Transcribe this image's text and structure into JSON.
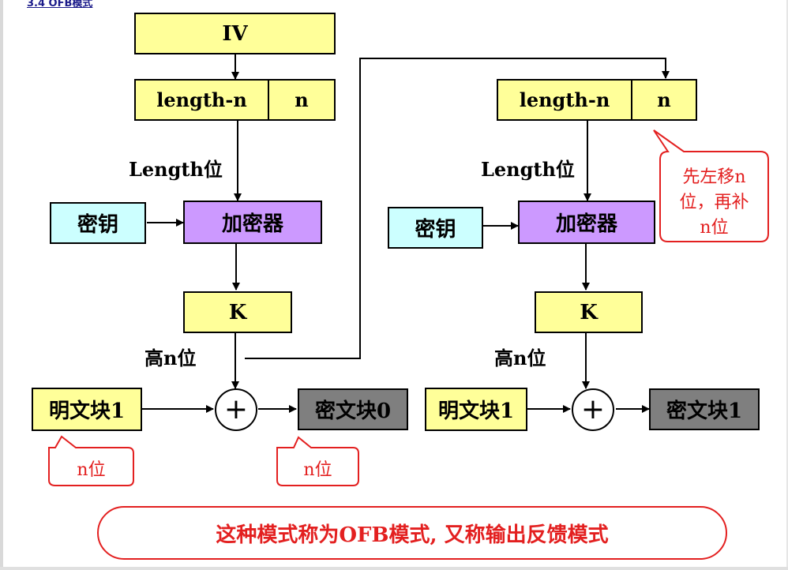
{
  "header": {
    "link_text": "3.4 OFB模式"
  },
  "left": {
    "iv": "IV",
    "shift_left": "length-n",
    "shift_right": "n",
    "length_label": "Length位",
    "key": "密钥",
    "encryptor": "加密器",
    "k": "K",
    "high_bits": "高n位",
    "plaintext": "明文块1",
    "xor_symbol": "+",
    "ciphertext": "密文块0",
    "note_plain": "n位",
    "note_cipher": "n位"
  },
  "right": {
    "shift_left": "length-n",
    "shift_right": "n",
    "length_label": "Length位",
    "key": "密钥",
    "encryptor": "加密器",
    "k": "K",
    "high_bits": "高n位",
    "plaintext": "明文块1",
    "xor_symbol": "+",
    "ciphertext": "密文块1",
    "callout_line1": "先左移n",
    "callout_line2": "位，再补",
    "callout_line3": "n位"
  },
  "footer": {
    "caption": "这种模式称为OFB模式, 又称输出反馈模式"
  },
  "colors": {
    "register": "#ffff99",
    "key": "#ccffff",
    "encryptor": "#cc99ff",
    "cipher": "#7f7f7f",
    "note_red": "#e32020"
  }
}
